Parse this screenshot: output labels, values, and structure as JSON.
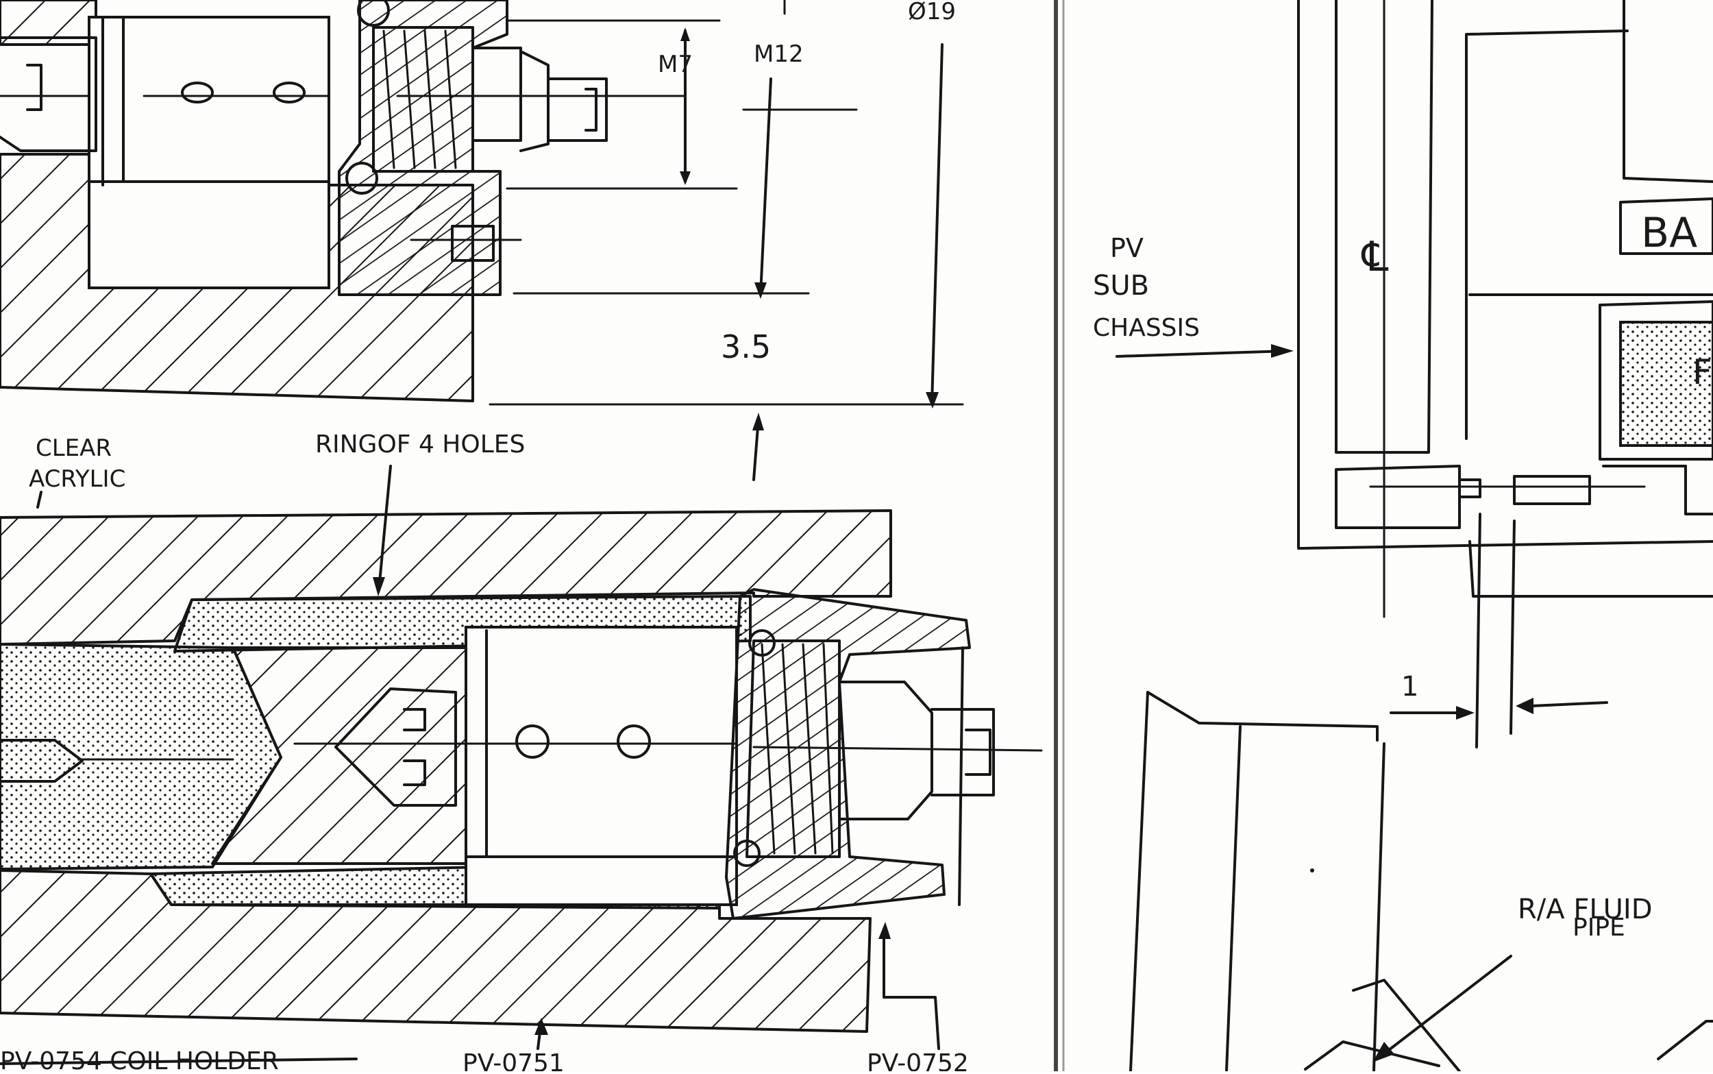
{
  "left_sheet": {
    "dimensions": {
      "m7": "M7",
      "m12": "M12",
      "dia19": "Ø19",
      "gap_3_5": "3.5"
    },
    "callouts": {
      "clear_acrylic_1": "CLEAR",
      "clear_acrylic_2": "ACRYLIC",
      "ring_of_holes": "RINGOF 4 HOLES"
    },
    "part_numbers": {
      "coil_holder": "PV-0754 COIL HOLDER",
      "part_a": "PV-0751",
      "part_b": "PV-0752"
    }
  },
  "right_sheet": {
    "callouts": {
      "pv_sub_1": "PV",
      "pv_sub_2": "SUB",
      "pv_sub_3": "CHASSIS",
      "centerline": "℄",
      "box_a": "BA",
      "box_b": "F",
      "gap_1": "1",
      "fluid_pipe_1": "R/A FLUID",
      "fluid_pipe_2": "PIPE"
    }
  },
  "colors": {
    "ink": "#161616",
    "paper": "#fdfdfb",
    "divider": "#555555"
  }
}
